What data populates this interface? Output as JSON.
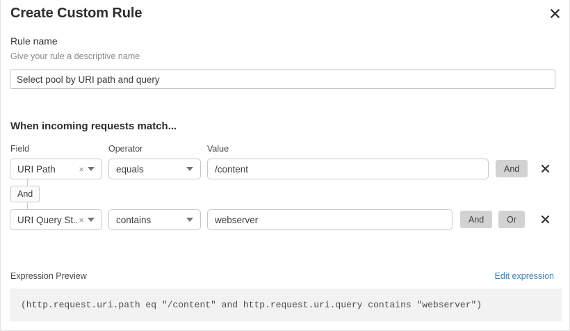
{
  "dialog": {
    "title": "Create Custom Rule",
    "close_icon": "close-icon"
  },
  "rule_name": {
    "label": "Rule name",
    "help_text": "Give your rule a descriptive name",
    "value": "Select pool by URI path and query",
    "placeholder": "Rule name"
  },
  "conditions": {
    "heading": "When incoming requests match...",
    "columns": {
      "field": "Field",
      "operator": "Operator",
      "value": "Value"
    },
    "group_logic_chip": "And",
    "rows": [
      {
        "field": "URI Path",
        "clear_icon": "close-small-icon",
        "caret_icon": "chevron-down-icon",
        "operator": "equals",
        "value": "/content",
        "value_placeholder": "Value",
        "logic_buttons": [
          "And"
        ],
        "delete_icon": "close-icon"
      },
      {
        "field": "URI Query St...",
        "clear_icon": "close-small-icon",
        "caret_icon": "chevron-down-icon",
        "operator": "contains",
        "value": "webserver",
        "value_placeholder": "Value",
        "logic_buttons": [
          "And",
          "Or"
        ],
        "delete_icon": "close-icon"
      }
    ]
  },
  "expression_preview": {
    "label": "Expression Preview",
    "edit_link": "Edit expression",
    "expression": "(http.request.uri.path eq \"/content\" and http.request.uri.query contains \"webserver\")"
  },
  "colors": {
    "link": "#3b7fb5",
    "logic_button_bg": "#d2d2d2",
    "expression_bg": "#f2f2f2",
    "border": "#c9c9c9"
  }
}
